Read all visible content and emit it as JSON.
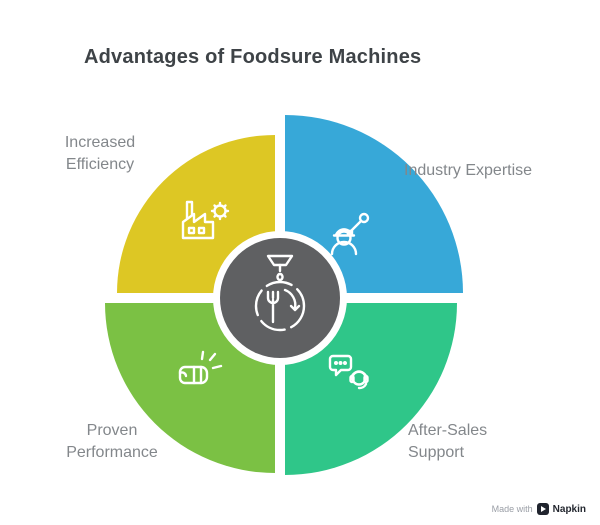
{
  "title": "Advantages of Foodsure Machines",
  "center": {
    "icon": "foodsure-machine-plate-icon",
    "color": "#5f6062",
    "ring_color": "#ffffff"
  },
  "segments": [
    {
      "id": "top-left",
      "label": "Increased\nEfficiency",
      "color": "#ddc724",
      "icon": "factory-gear-icon"
    },
    {
      "id": "top-right",
      "label": "Industry Expertise",
      "color": "#37a8d8",
      "icon": "engineer-wrench-icon"
    },
    {
      "id": "bottom-left",
      "label": "Proven\nPerformance",
      "color": "#7bc144",
      "icon": "fist-impact-icon"
    },
    {
      "id": "bottom-right",
      "label": "After-Sales\nSupport",
      "color": "#2fc689",
      "icon": "headset-chat-icon"
    }
  ],
  "watermark": {
    "prefix": "Made with",
    "brand": "Napkin"
  }
}
